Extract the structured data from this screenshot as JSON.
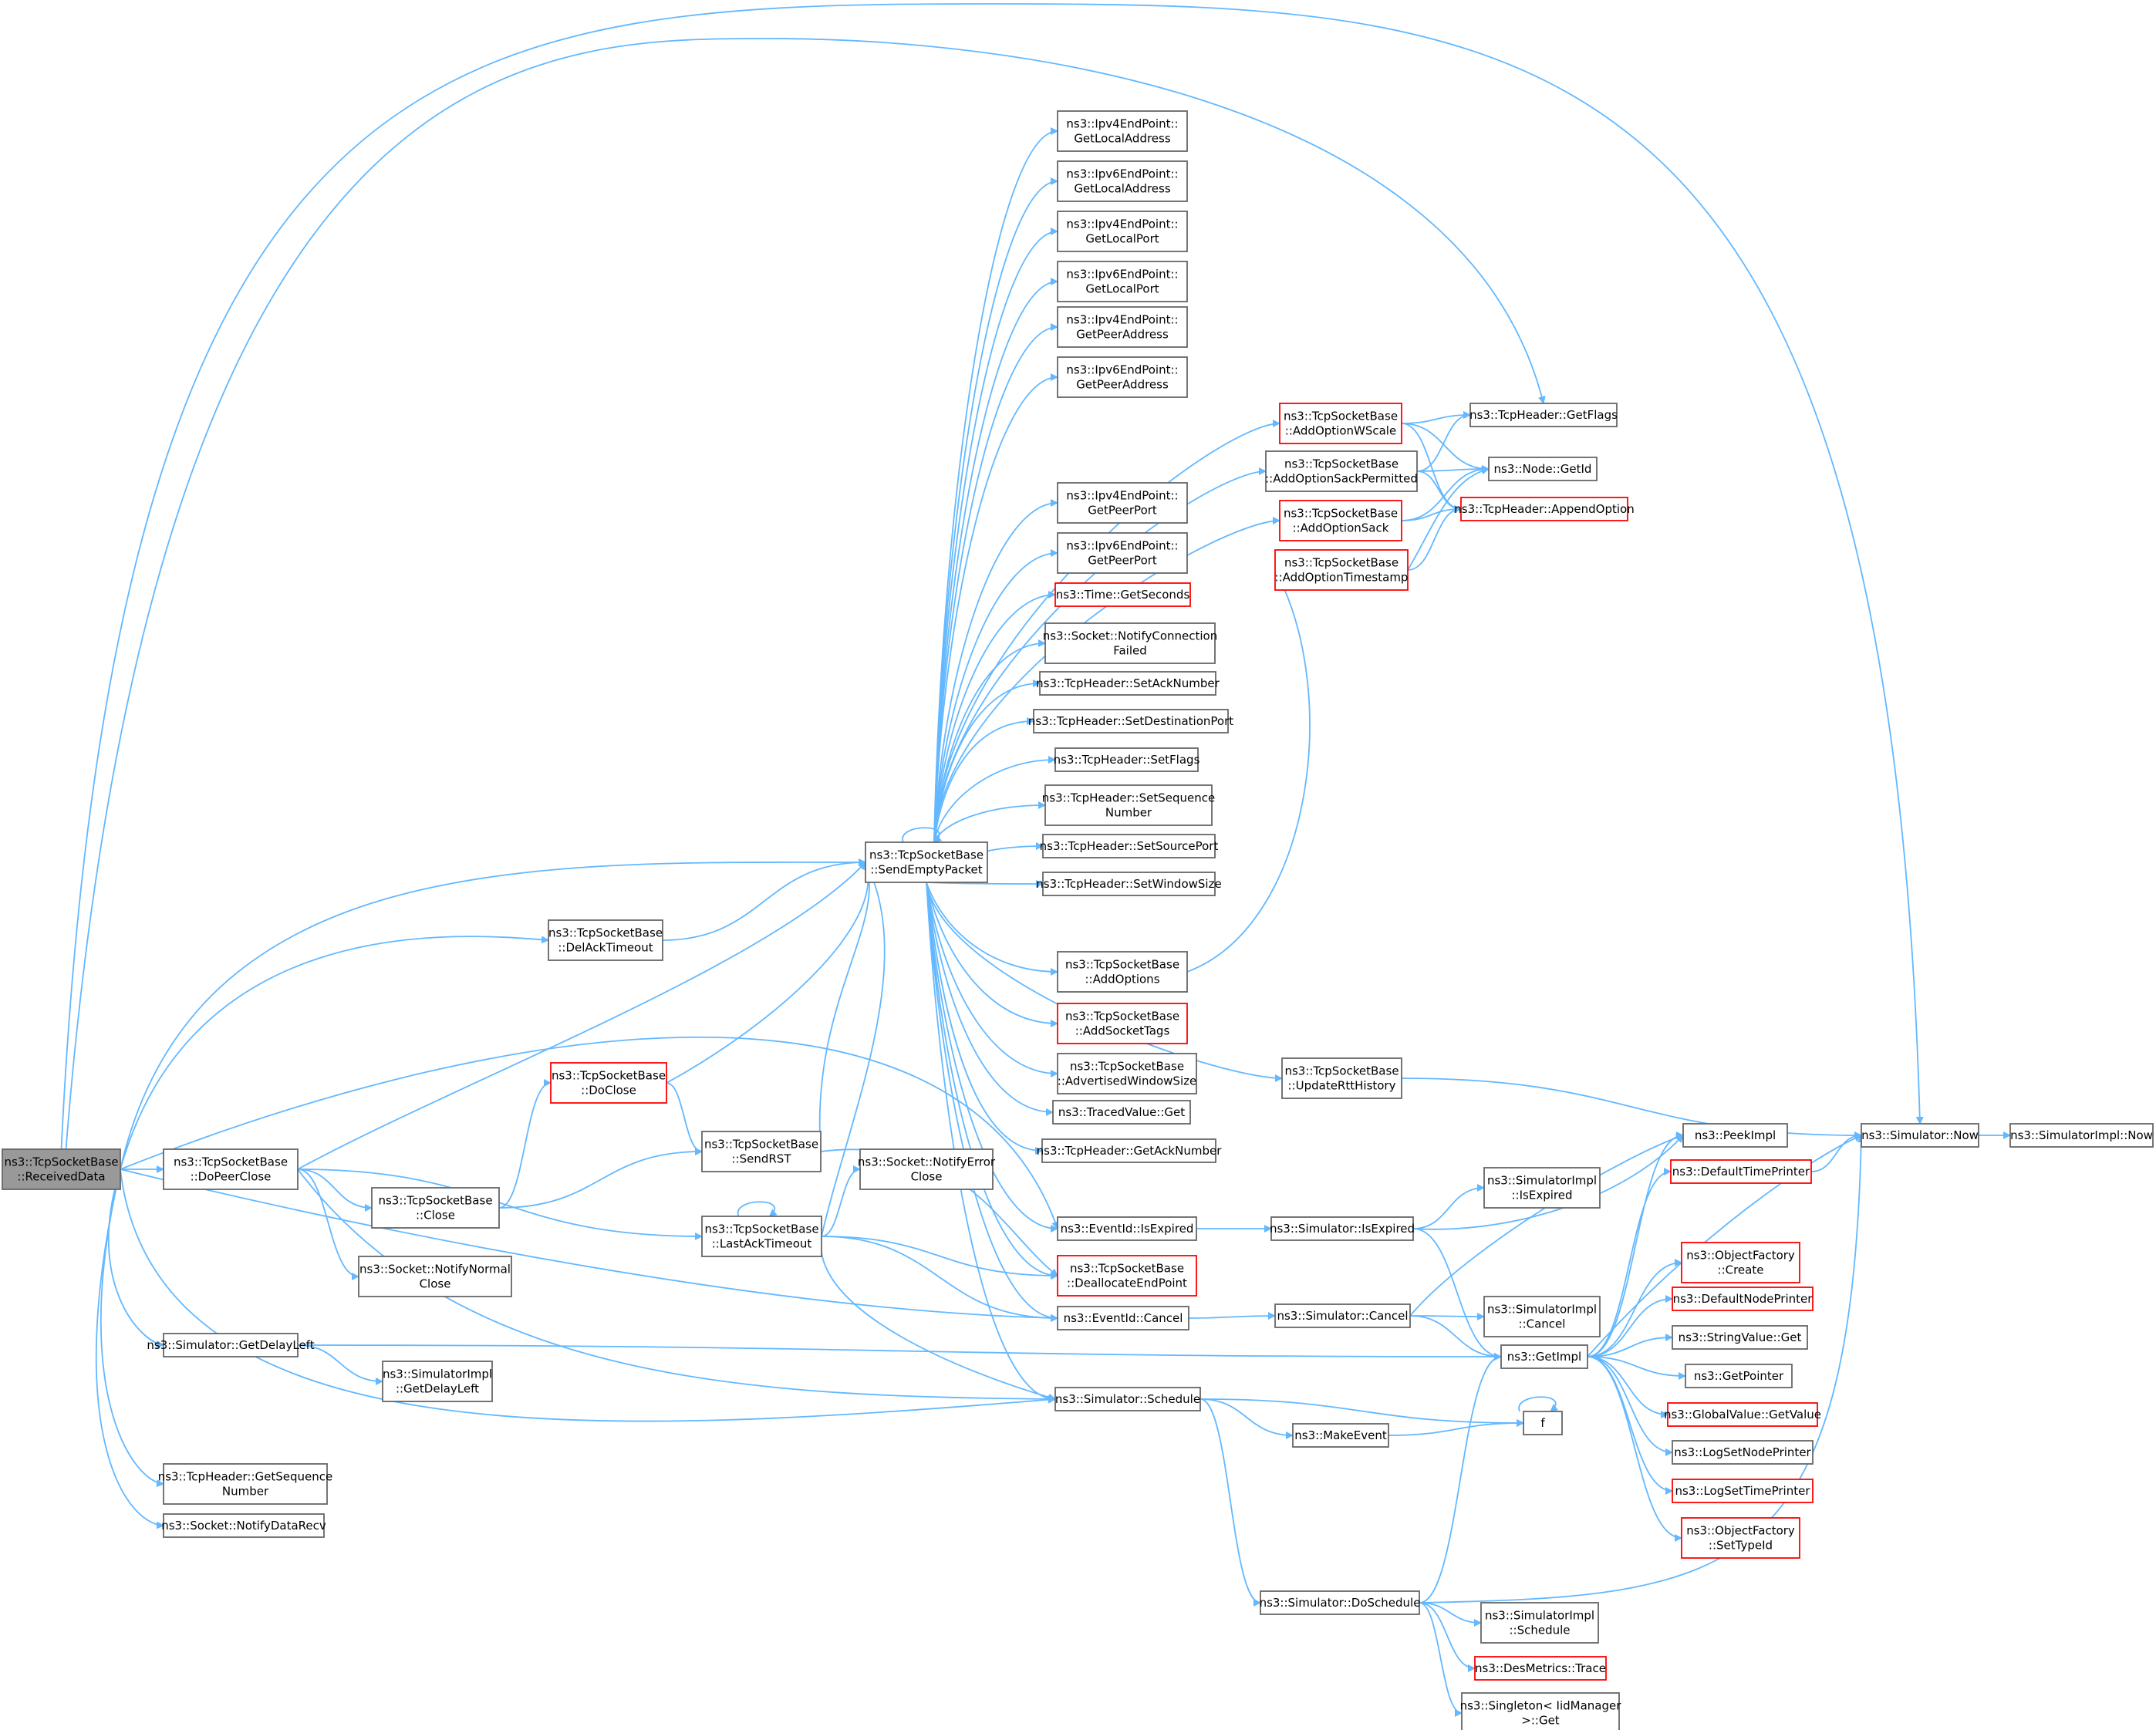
{
  "graph": {
    "colors": {
      "edge": "#63b8ff",
      "node_border": "#666666",
      "node_border_red": "#ff0000",
      "root_fill": "#999999",
      "node_fill": "#ffffff"
    },
    "nodes": [
      {
        "id": "ReceivedData",
        "lines": [
          "ns3::TcpSocketBase",
          "::ReceivedData"
        ],
        "style": "root"
      },
      {
        "id": "DoPeerClose",
        "lines": [
          "ns3::TcpSocketBase",
          "::DoPeerClose"
        ]
      },
      {
        "id": "GetDelayLeft",
        "lines": [
          "ns3::Simulator::GetDelayLeft"
        ]
      },
      {
        "id": "GetSequenceNumber",
        "lines": [
          "ns3::TcpHeader::GetSequence",
          "Number"
        ]
      },
      {
        "id": "NotifyDataRecv",
        "lines": [
          "ns3::Socket::NotifyDataRecv"
        ]
      },
      {
        "id": "Close",
        "lines": [
          "ns3::TcpSocketBase",
          "::Close"
        ]
      },
      {
        "id": "DoClose",
        "lines": [
          "ns3::TcpSocketBase",
          "::DoClose"
        ],
        "style": "red"
      },
      {
        "id": "NotifyNormalClose",
        "lines": [
          "ns3::Socket::NotifyNormal",
          "Close"
        ]
      },
      {
        "id": "ImplGetDelayLeft",
        "lines": [
          "ns3::SimulatorImpl",
          "::GetDelayLeft"
        ]
      },
      {
        "id": "DelAckTimeout",
        "lines": [
          "ns3::TcpSocketBase",
          "::DelAckTimeout"
        ]
      },
      {
        "id": "SendRST",
        "lines": [
          "ns3::TcpSocketBase",
          "::SendRST"
        ]
      },
      {
        "id": "LastAckTimeout",
        "lines": [
          "ns3::TcpSocketBase",
          "::LastAckTimeout"
        ]
      },
      {
        "id": "NotifyErrorClose",
        "lines": [
          "ns3::Socket::NotifyError",
          "Close"
        ]
      },
      {
        "id": "SendEmptyPacket",
        "lines": [
          "ns3::TcpSocketBase",
          "::SendEmptyPacket"
        ]
      },
      {
        "id": "Ipv4GetLocalAddress",
        "lines": [
          "ns3::Ipv4EndPoint::",
          "GetLocalAddress"
        ]
      },
      {
        "id": "Ipv6GetLocalAddress",
        "lines": [
          "ns3::Ipv6EndPoint::",
          "GetLocalAddress"
        ]
      },
      {
        "id": "Ipv4GetLocalPort",
        "lines": [
          "ns3::Ipv4EndPoint::",
          "GetLocalPort"
        ]
      },
      {
        "id": "Ipv6GetLocalPort",
        "lines": [
          "ns3::Ipv6EndPoint::",
          "GetLocalPort"
        ]
      },
      {
        "id": "Ipv4GetPeerAddress",
        "lines": [
          "ns3::Ipv4EndPoint::",
          "GetPeerAddress"
        ]
      },
      {
        "id": "Ipv6GetPeerAddress",
        "lines": [
          "ns3::Ipv6EndPoint::",
          "GetPeerAddress"
        ]
      },
      {
        "id": "Ipv4GetPeerPort",
        "lines": [
          "ns3::Ipv4EndPoint::",
          "GetPeerPort"
        ]
      },
      {
        "id": "Ipv6GetPeerPort",
        "lines": [
          "ns3::Ipv6EndPoint::",
          "GetPeerPort"
        ]
      },
      {
        "id": "TimeGetSeconds",
        "lines": [
          "ns3::Time::GetSeconds"
        ],
        "style": "red"
      },
      {
        "id": "NotifyConnectionFailed",
        "lines": [
          "ns3::Socket::NotifyConnection",
          "Failed"
        ]
      },
      {
        "id": "SetAckNumber",
        "lines": [
          "ns3::TcpHeader::SetAckNumber"
        ]
      },
      {
        "id": "SetDestinationPort",
        "lines": [
          "ns3::TcpHeader::SetDestinationPort"
        ]
      },
      {
        "id": "SetFlags",
        "lines": [
          "ns3::TcpHeader::SetFlags"
        ]
      },
      {
        "id": "SetSequenceNumber",
        "lines": [
          "ns3::TcpHeader::SetSequence",
          "Number"
        ]
      },
      {
        "id": "SetSourcePort",
        "lines": [
          "ns3::TcpHeader::SetSourcePort"
        ]
      },
      {
        "id": "SetWindowSize",
        "lines": [
          "ns3::TcpHeader::SetWindowSize"
        ]
      },
      {
        "id": "AddOptions",
        "lines": [
          "ns3::TcpSocketBase",
          "::AddOptions"
        ]
      },
      {
        "id": "AddSocketTags",
        "lines": [
          "ns3::TcpSocketBase",
          "::AddSocketTags"
        ],
        "style": "red"
      },
      {
        "id": "AdvertisedWindowSize",
        "lines": [
          "ns3::TcpSocketBase",
          "::AdvertisedWindowSize"
        ]
      },
      {
        "id": "TracedValueGet",
        "lines": [
          "ns3::TracedValue::Get"
        ]
      },
      {
        "id": "GetAckNumber",
        "lines": [
          "ns3::TcpHeader::GetAckNumber"
        ]
      },
      {
        "id": "EventIdIsExpired",
        "lines": [
          "ns3::EventId::IsExpired"
        ]
      },
      {
        "id": "DeallocateEndPoint",
        "lines": [
          "ns3::TcpSocketBase",
          "::DeallocateEndPoint"
        ],
        "style": "red"
      },
      {
        "id": "EventIdCancel",
        "lines": [
          "ns3::EventId::Cancel"
        ]
      },
      {
        "id": "SimSchedule",
        "lines": [
          "ns3::Simulator::Schedule"
        ]
      },
      {
        "id": "AddOptionWScale",
        "lines": [
          "ns3::TcpSocketBase",
          "::AddOptionWScale"
        ],
        "style": "red"
      },
      {
        "id": "AddOptionSackPermitted",
        "lines": [
          "ns3::TcpSocketBase",
          "::AddOptionSackPermitted"
        ]
      },
      {
        "id": "AddOptionSack",
        "lines": [
          "ns3::TcpSocketBase",
          "::AddOptionSack"
        ],
        "style": "red"
      },
      {
        "id": "AddOptionTimestamp",
        "lines": [
          "ns3::TcpSocketBase",
          "::AddOptionTimestamp"
        ],
        "style": "red"
      },
      {
        "id": "UpdateRttHistory",
        "lines": [
          "ns3::TcpSocketBase",
          "::UpdateRttHistory"
        ]
      },
      {
        "id": "SimIsExpired",
        "lines": [
          "ns3::Simulator::IsExpired"
        ]
      },
      {
        "id": "SimCancel",
        "lines": [
          "ns3::Simulator::Cancel"
        ]
      },
      {
        "id": "MakeEvent",
        "lines": [
          "ns3::MakeEvent"
        ]
      },
      {
        "id": "DoSchedule",
        "lines": [
          "ns3::Simulator::DoSchedule"
        ]
      },
      {
        "id": "GetFlags",
        "lines": [
          "ns3::TcpHeader::GetFlags"
        ]
      },
      {
        "id": "NodeGetId",
        "lines": [
          "ns3::Node::GetId"
        ]
      },
      {
        "id": "AppendOption",
        "lines": [
          "ns3::TcpHeader::AppendOption"
        ],
        "style": "red"
      },
      {
        "id": "ImplIsExpired",
        "lines": [
          "ns3::SimulatorImpl",
          "::IsExpired"
        ]
      },
      {
        "id": "ImplCancel",
        "lines": [
          "ns3::SimulatorImpl",
          "::Cancel"
        ]
      },
      {
        "id": "GetImpl",
        "lines": [
          "ns3::GetImpl"
        ]
      },
      {
        "id": "f",
        "lines": [
          "f"
        ]
      },
      {
        "id": "ImplSchedule",
        "lines": [
          "ns3::SimulatorImpl",
          "::Schedule"
        ]
      },
      {
        "id": "DesMetricsTrace",
        "lines": [
          "ns3::DesMetrics::Trace"
        ],
        "style": "red"
      },
      {
        "id": "SingletonGet",
        "lines": [
          "ns3::Singleton< IidManager",
          " >::Get"
        ]
      },
      {
        "id": "PeekImpl",
        "lines": [
          "ns3::PeekImpl"
        ]
      },
      {
        "id": "DefaultTimePrinter",
        "lines": [
          "ns3::DefaultTimePrinter"
        ],
        "style": "red"
      },
      {
        "id": "ObjectFactoryCreate",
        "lines": [
          "ns3::ObjectFactory",
          "::Create"
        ],
        "style": "red"
      },
      {
        "id": "DefaultNodePrinter",
        "lines": [
          "ns3::DefaultNodePrinter"
        ],
        "style": "red"
      },
      {
        "id": "StringValueGet",
        "lines": [
          "ns3::StringValue::Get"
        ]
      },
      {
        "id": "GetPointer",
        "lines": [
          "ns3::GetPointer"
        ]
      },
      {
        "id": "GlobalValueGetValue",
        "lines": [
          "ns3::GlobalValue::GetValue"
        ],
        "style": "red"
      },
      {
        "id": "LogSetNodePrinter",
        "lines": [
          "ns3::LogSetNodePrinter"
        ]
      },
      {
        "id": "LogSetTimePrinter",
        "lines": [
          "ns3::LogSetTimePrinter"
        ],
        "style": "red"
      },
      {
        "id": "ObjectFactorySetTypeId",
        "lines": [
          "ns3::ObjectFactory",
          "::SetTypeId"
        ],
        "style": "red"
      },
      {
        "id": "SimNow",
        "lines": [
          "ns3::Simulator::Now"
        ]
      },
      {
        "id": "ImplNow",
        "lines": [
          "ns3::SimulatorImpl::Now"
        ]
      }
    ]
  }
}
